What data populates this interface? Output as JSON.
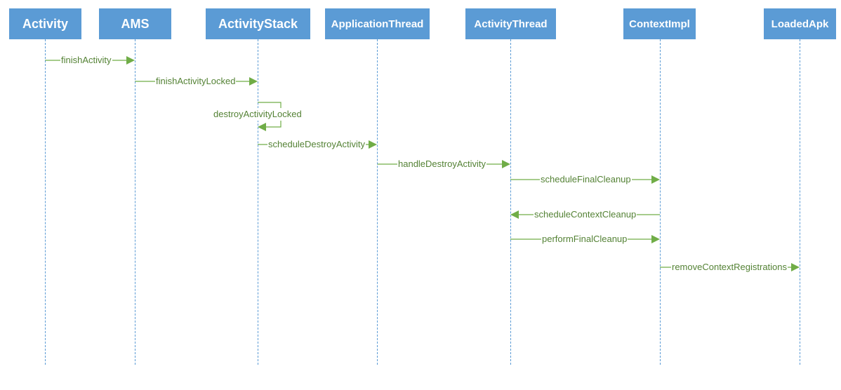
{
  "participants": [
    {
      "name": "Activity"
    },
    {
      "name": "AMS"
    },
    {
      "name": "ActivityStack"
    },
    {
      "name": "ApplicationThread"
    },
    {
      "name": "ActivityThread"
    },
    {
      "name": "ContextImpl"
    },
    {
      "name": "LoadedApk"
    }
  ],
  "messages": [
    {
      "label": "finishActivity",
      "from": "Activity",
      "to": "AMS"
    },
    {
      "label": "finishActivityLocked",
      "from": "AMS",
      "to": "ActivityStack"
    },
    {
      "label": "destroyActivityLocked",
      "from": "ActivityStack",
      "to": "ActivityStack"
    },
    {
      "label": "scheduleDestroyActivity",
      "from": "ActivityStack",
      "to": "ApplicationThread"
    },
    {
      "label": "handleDestroyActivity",
      "from": "ApplicationThread",
      "to": "ActivityThread"
    },
    {
      "label": "scheduleFinalCleanup",
      "from": "ActivityThread",
      "to": "ContextImpl"
    },
    {
      "label": "scheduleContextCleanup",
      "from": "ContextImpl",
      "to": "ActivityThread"
    },
    {
      "label": "performFinalCleanup",
      "from": "ActivityThread",
      "to": "ContextImpl"
    },
    {
      "label": "removeContextRegistrations",
      "from": "ContextImpl",
      "to": "LoadedApk"
    }
  ],
  "colors": {
    "participant_fill": "#5b9bd5",
    "participant_text": "#ffffff",
    "lifeline": "#5b9bd5",
    "message": "#70ad47",
    "message_text": "#548235"
  }
}
